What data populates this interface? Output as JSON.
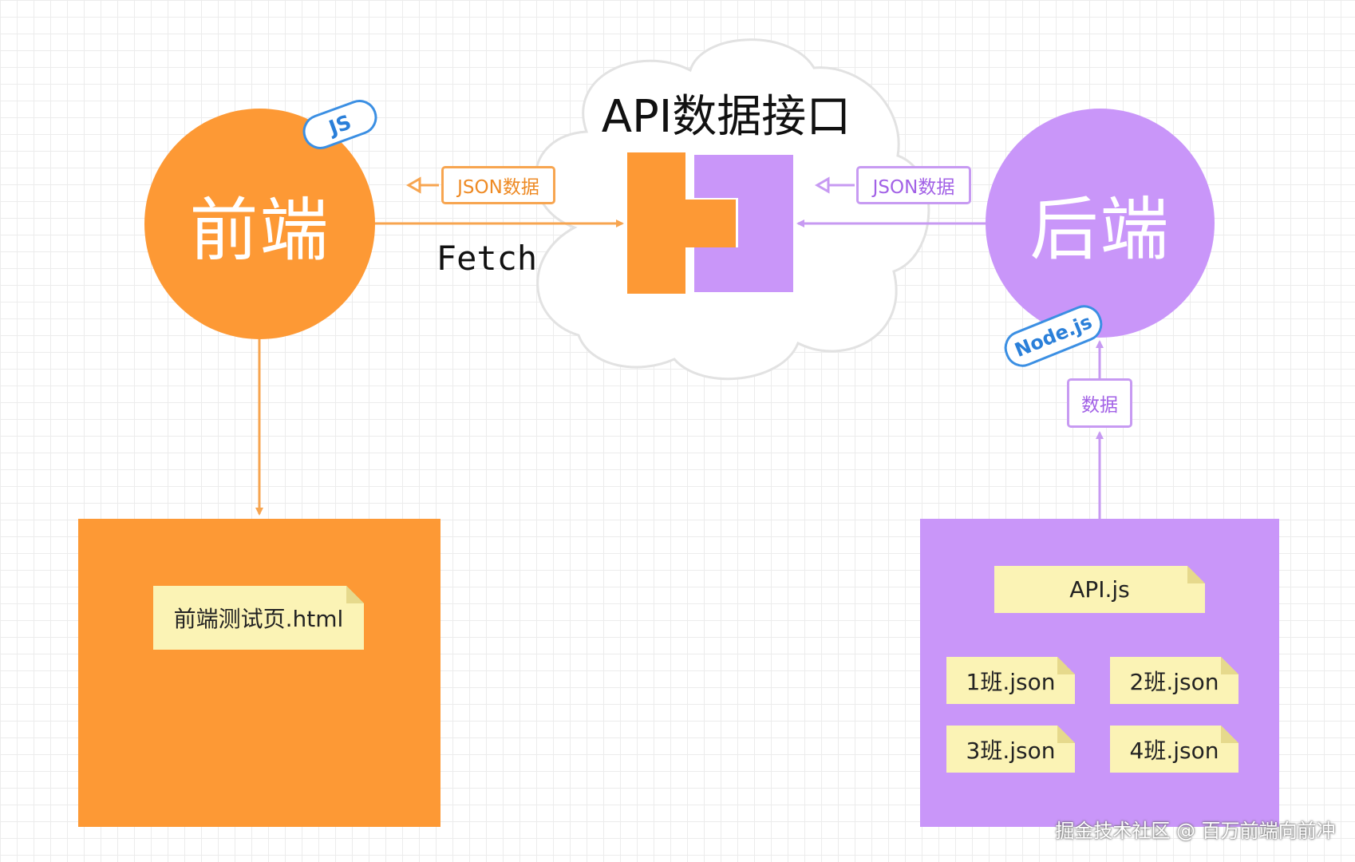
{
  "diagram": {
    "title": "API数据接口",
    "fetch_label": "Fetch",
    "frontend": {
      "label": "前端",
      "badge": "JS",
      "file": "前端测试页.html"
    },
    "backend": {
      "label": "后端",
      "badge": "Node.js",
      "data_tag": "数据",
      "files": [
        "API.js",
        "1班.json",
        "2班.json",
        "3班.json",
        "4班.json"
      ]
    },
    "json_tags": {
      "frontend": "JSON数据",
      "backend": "JSON数据"
    },
    "colors": {
      "frontend": "#fd9935",
      "backend": "#c996f9",
      "note": "#fbf3b5",
      "badge": "#3b8fe3"
    }
  },
  "watermark": "掘金技术社区 @ 百万前端向前冲"
}
